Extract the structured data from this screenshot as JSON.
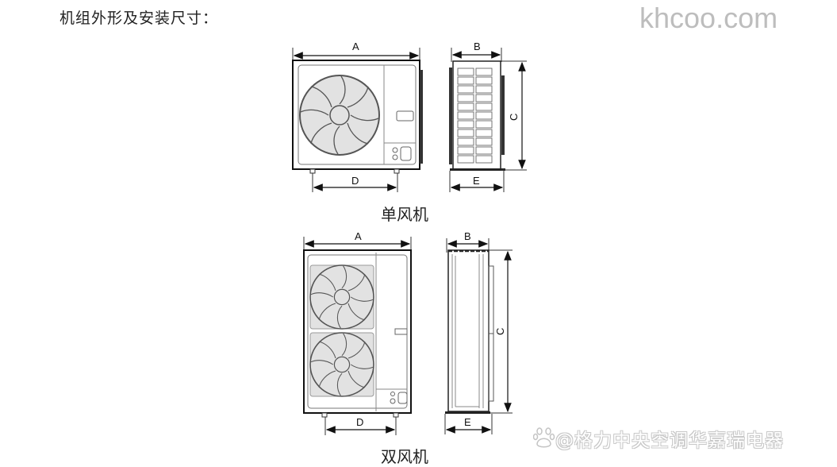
{
  "heading": "机组外形及安装尺寸：",
  "watermark_top": "khcoo.com",
  "watermark_bottom": "@格力中央空调华嘉瑞电器",
  "watermark_icon": "baidu-paw-icon",
  "diagrams": [
    {
      "caption": "单风机",
      "fan_count": 1,
      "front_labels": {
        "width": "A",
        "feet": "D"
      },
      "side_labels": {
        "depth": "B",
        "height": "C",
        "base": "E"
      }
    },
    {
      "caption": "双风机",
      "fan_count": 2,
      "front_labels": {
        "width": "A",
        "feet": "D"
      },
      "side_labels": {
        "depth": "B",
        "height": "C",
        "base": "E"
      }
    }
  ],
  "colors": {
    "line": "#222222",
    "fan_fill": "#e2e2e2",
    "watermark": "#bdbdbd"
  }
}
